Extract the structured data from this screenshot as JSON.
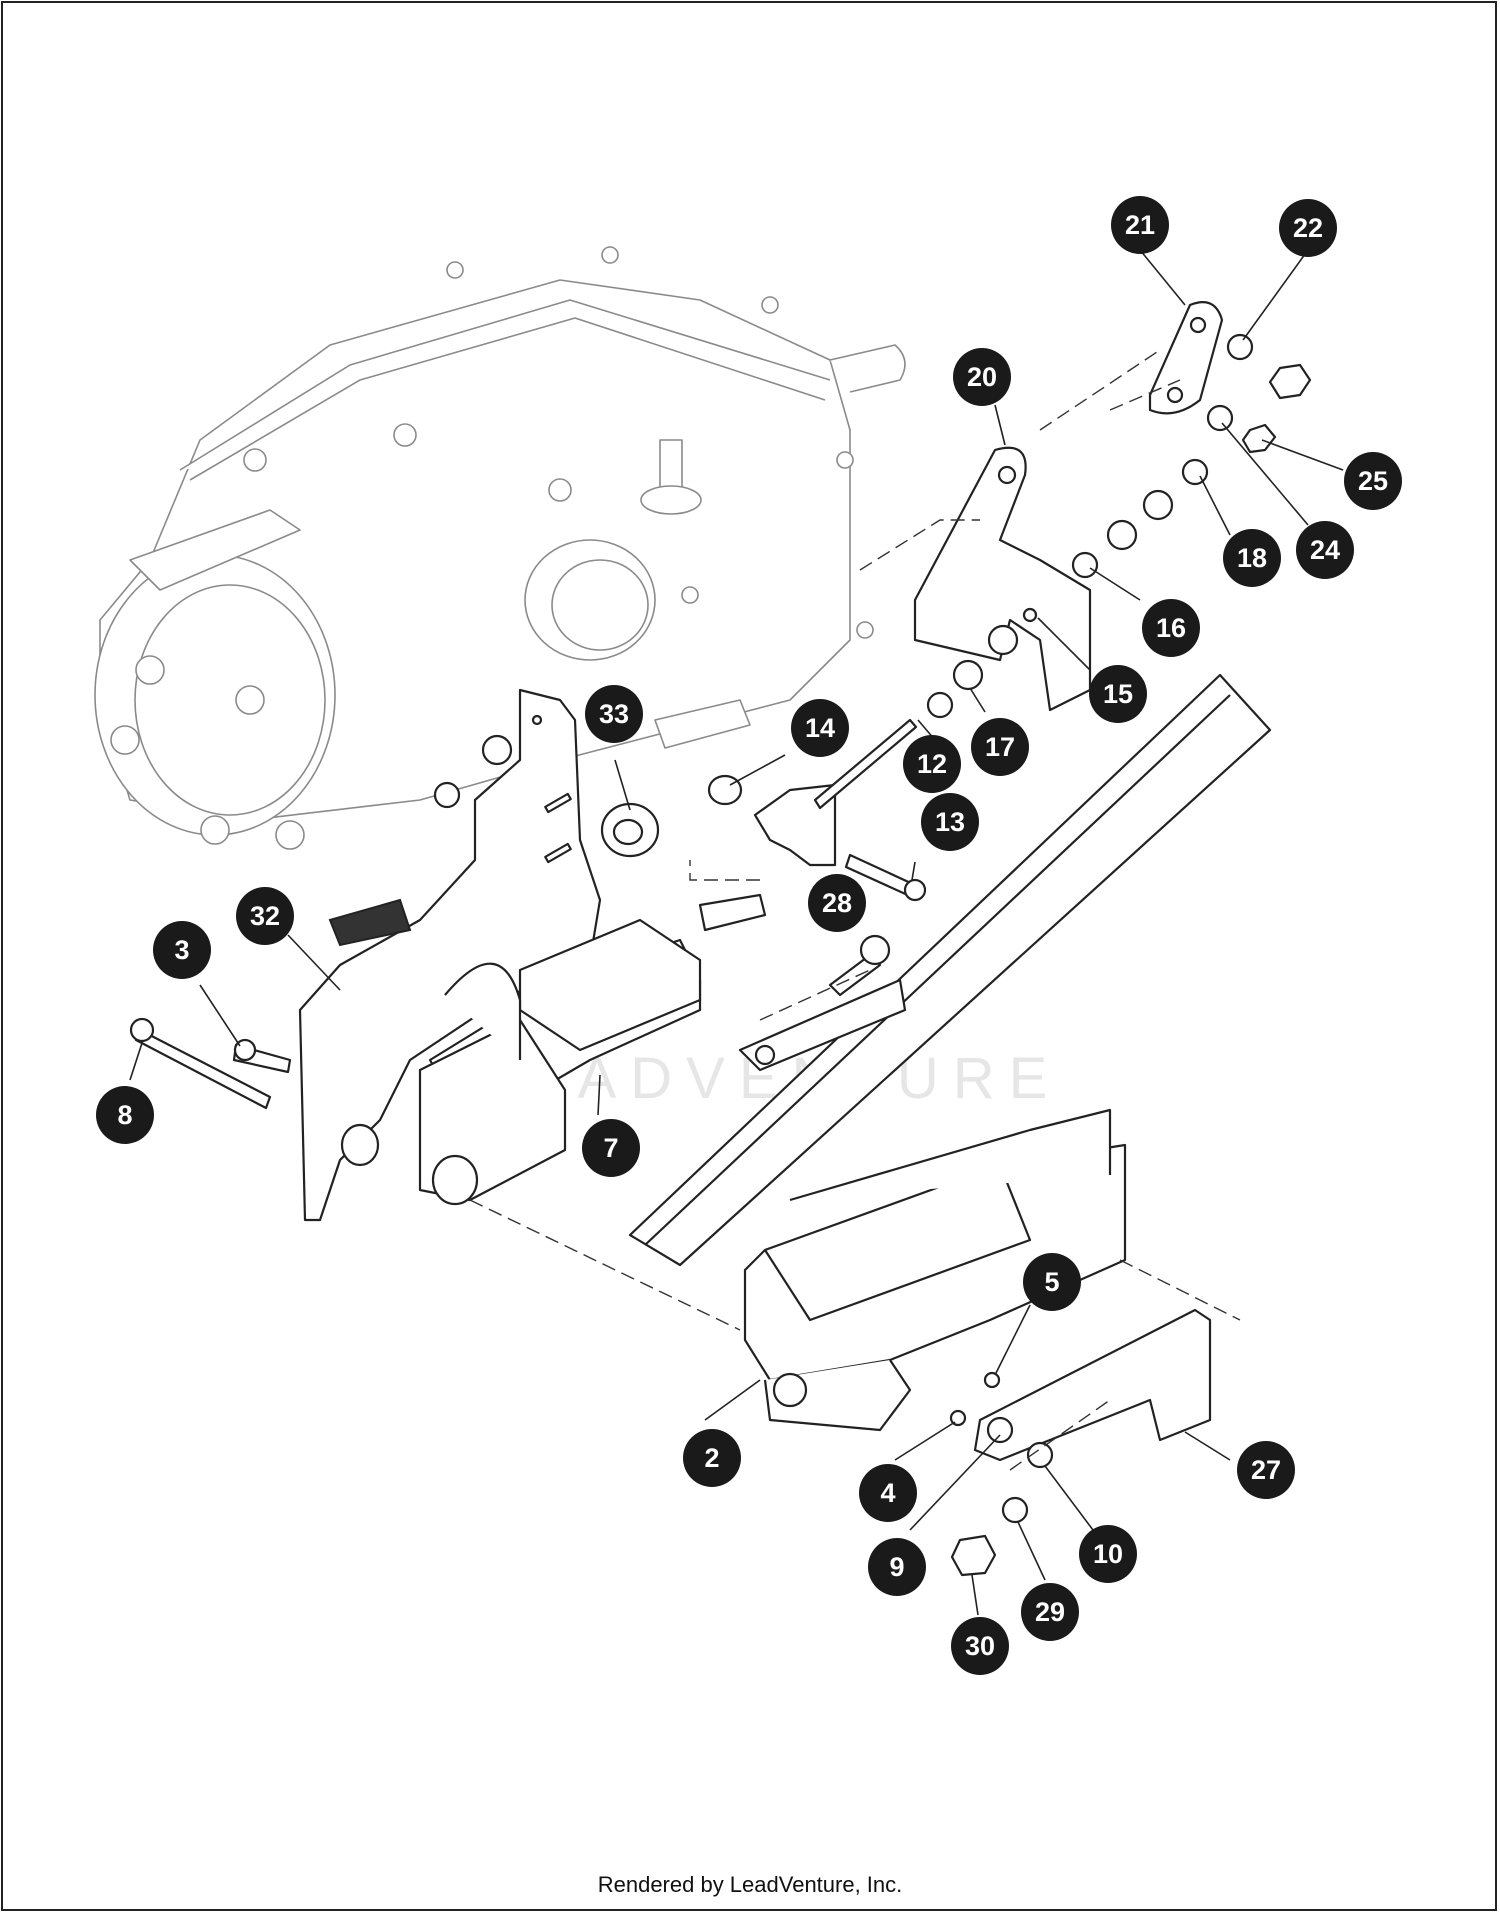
{
  "footer": {
    "credit": "Rendered by LeadVenture, Inc."
  },
  "watermark": {
    "text": "LEADVENTURE"
  },
  "callouts": [
    {
      "label": "21"
    },
    {
      "label": "22"
    },
    {
      "label": "20"
    },
    {
      "label": "25"
    },
    {
      "label": "18"
    },
    {
      "label": "24"
    },
    {
      "label": "16"
    },
    {
      "label": "15"
    },
    {
      "label": "33"
    },
    {
      "label": "14"
    },
    {
      "label": "12"
    },
    {
      "label": "17"
    },
    {
      "label": "13"
    },
    {
      "label": "28"
    },
    {
      "label": "32"
    },
    {
      "label": "3"
    },
    {
      "label": "8"
    },
    {
      "label": "7"
    },
    {
      "label": "5"
    },
    {
      "label": "2"
    },
    {
      "label": "27"
    },
    {
      "label": "4"
    },
    {
      "label": "10"
    },
    {
      "label": "9"
    },
    {
      "label": "29"
    },
    {
      "label": "30"
    }
  ]
}
